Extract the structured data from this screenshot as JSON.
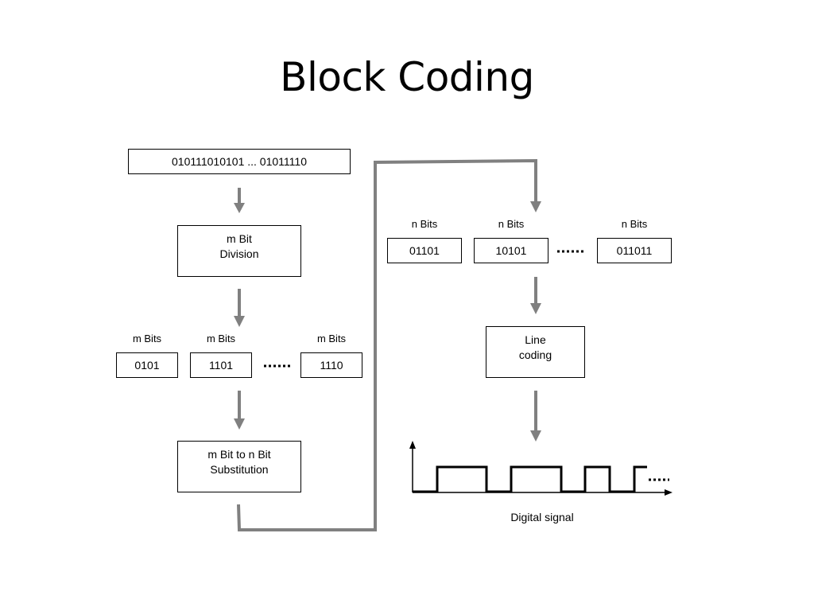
{
  "title": "Block Coding",
  "input_stream": "010111010101 ... 01011110",
  "division_box": {
    "line1": "m Bit",
    "line2": "Division"
  },
  "m_blocks": [
    {
      "label": "m Bits",
      "value": "0101"
    },
    {
      "label": "m Bits",
      "value": "1101"
    },
    {
      "label": "m Bits",
      "value": "1110"
    }
  ],
  "substitution_box": {
    "line1": "m Bit to n Bit",
    "line2": "Substitution"
  },
  "n_blocks": [
    {
      "label": "n Bits",
      "value": "01101"
    },
    {
      "label": "n Bits",
      "value": "10101"
    },
    {
      "label": "n Bits",
      "value": "011011"
    }
  ],
  "line_coding_box": {
    "line1": "Line",
    "line2": "coding"
  },
  "signal_caption": "Digital signal",
  "colors": {
    "arrow": "#808080",
    "box_border": "#000000",
    "signal": "#000000",
    "text": "#000000"
  }
}
